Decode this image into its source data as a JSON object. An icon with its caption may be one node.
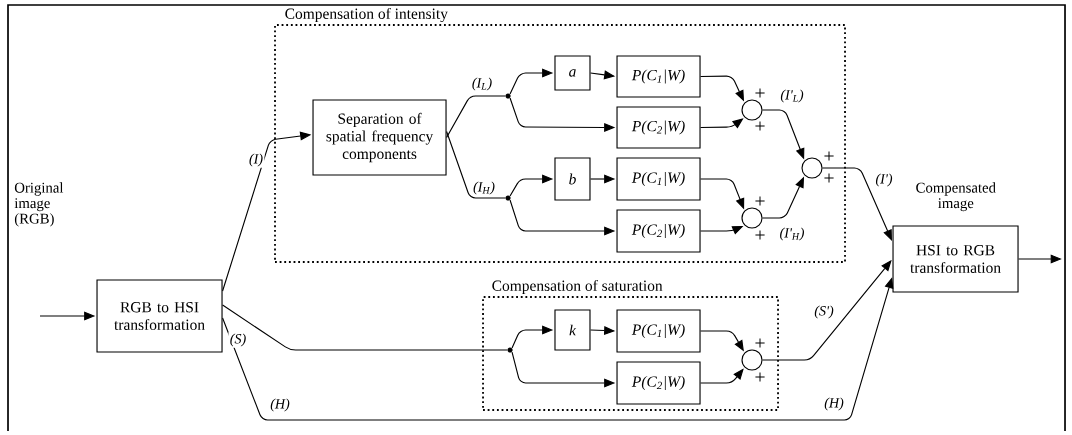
{
  "diagram": {
    "nodes": [
      {
        "text": [
          "Compensation of intensity"
        ]
      },
      {
        "text": [
          "Compensation of saturation"
        ]
      },
      {
        "text": [
          "RGB to HSI transformation"
        ]
      },
      {
        "text": [
          "Separation of spatial frequency components"
        ],
        "in": 0
      },
      {
        "text": [],
        "shape": "circle",
        "in": 0
      },
      {
        "text": [
          "a"
        ],
        "in": 0
      },
      {
        "text": [
          "P(C$_{1}$|W)"
        ],
        "in": 0
      },
      {
        "text": [
          "P(C$_{2}$|W)"
        ],
        "in": 0
      },
      {
        "text": [],
        "shape": "circle",
        "in": 0
      },
      {
        "text": [],
        "shape": "circle",
        "in": 0
      },
      {
        "text": [
          "b"
        ],
        "in": 0
      },
      {
        "text": [
          "P(C$_{1}$|W)"
        ],
        "in": 0
      },
      {
        "text": [
          "P(C$_{2}$|W)"
        ],
        "in": 0
      },
      {
        "text": [],
        "shape": "circle",
        "in": 0
      },
      {
        "text": [],
        "shape": "circle",
        "in": 0
      },
      {
        "text": [],
        "shape": "circle",
        "in": 1
      },
      {
        "text": [
          "k"
        ],
        "in": 1
      },
      {
        "text": [
          "P(C$_{1}$|W)"
        ],
        "in": 1
      },
      {
        "text": [
          "P(C$_{2}$|W)"
        ],
        "in": 1
      },
      {
        "text": [],
        "shape": "circle",
        "in": 1
      },
      {
        "text": [
          "HSI to RGB transformation"
        ],
        "beside": [
          "Compensated image"
        ]
      }
    ],
    "edges": [
      {
        "from": null,
        "to": 2,
        "arrow": "to"
      },
      {
        "from": 2,
        "to": 3,
        "arrow": "to",
        "label": "(I)"
      },
      {
        "from": 3,
        "to": 4,
        "arrow": "none",
        "label": "(I$_{L}$)"
      },
      {
        "from": 4,
        "to": 5,
        "arrow": "to"
      },
      {
        "from": 5,
        "to": 6,
        "arrow": "to"
      },
      {
        "from": 4,
        "to": 7,
        "arrow": "to"
      },
      {
        "from": 6,
        "to": 8,
        "arrow": "to"
      },
      {
        "from": 7,
        "to": 8,
        "arrow": "to"
      },
      {
        "from": 8,
        "to": 14,
        "arrow": "to",
        "label": "(I'$_{L}$)"
      },
      {
        "from": 3,
        "to": 9,
        "arrow": "none",
        "label": "(I$_{H}$)"
      },
      {
        "from": 9,
        "to": 10,
        "arrow": "to"
      },
      {
        "from": 10,
        "to": 11,
        "arrow": "to"
      },
      {
        "from": 9,
        "to": 12,
        "arrow": "to"
      },
      {
        "from": 11,
        "to": 13,
        "arrow": "to"
      },
      {
        "from": 12,
        "to": 13,
        "arrow": "to"
      },
      {
        "from": 13,
        "to": 14,
        "arrow": "to",
        "label": "(I'$_{H}$)"
      },
      {
        "from": 14,
        "to": 20,
        "arrow": "to",
        "label": "(I')"
      },
      {
        "from": 2,
        "to": 15,
        "arrow": "none",
        "label": "(S)"
      },
      {
        "from": 15,
        "to": 16,
        "arrow": "to"
      },
      {
        "from": 16,
        "to": 17,
        "arrow": "to"
      },
      {
        "from": 15,
        "to": 18,
        "arrow": "to"
      },
      {
        "from": 17,
        "to": 19,
        "arrow": "to"
      },
      {
        "from": 18,
        "to": 19,
        "arrow": "to"
      },
      {
        "from": 19,
        "to": 20,
        "arrow": "to",
        "label": "(S')"
      },
      {
        "from": 2,
        "to": 20,
        "arrow": "to",
        "label": "(H)"
      },
      {
        "from": 20,
        "to": null,
        "arrow": "to"
      }
    ],
    "labels": [
      "Original image (RGB)",
      "+",
      "+",
      "+",
      "+",
      "+",
      "+",
      "+",
      "+",
      "(H)"
    ]
  }
}
